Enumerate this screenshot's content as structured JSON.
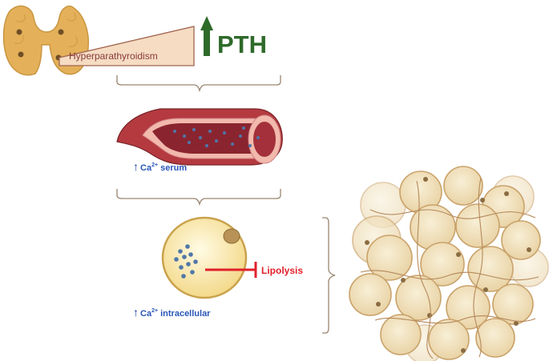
{
  "figure": {
    "parathyroid_label": "Hyperparathyroidism",
    "hormone_label": "PTH",
    "serum_label": {
      "ion": "Ca",
      "charge": "2+",
      "text": "serum"
    },
    "intracellular_label": {
      "ion": "Ca",
      "charge": "2+",
      "text": "intracellular"
    },
    "inhibition_label": "Lipolysis"
  },
  "colors": {
    "gland": "#e4b15a",
    "pth_arrow": "#2e6a2a",
    "wedge_fill": "#f5dcc3",
    "vessel": "#a33b3e",
    "calcium_dots": "#4f77a8",
    "adipocyte": "#f6e5a6",
    "inhibition": "#e0202a",
    "label_blue": "#2a56b8"
  }
}
